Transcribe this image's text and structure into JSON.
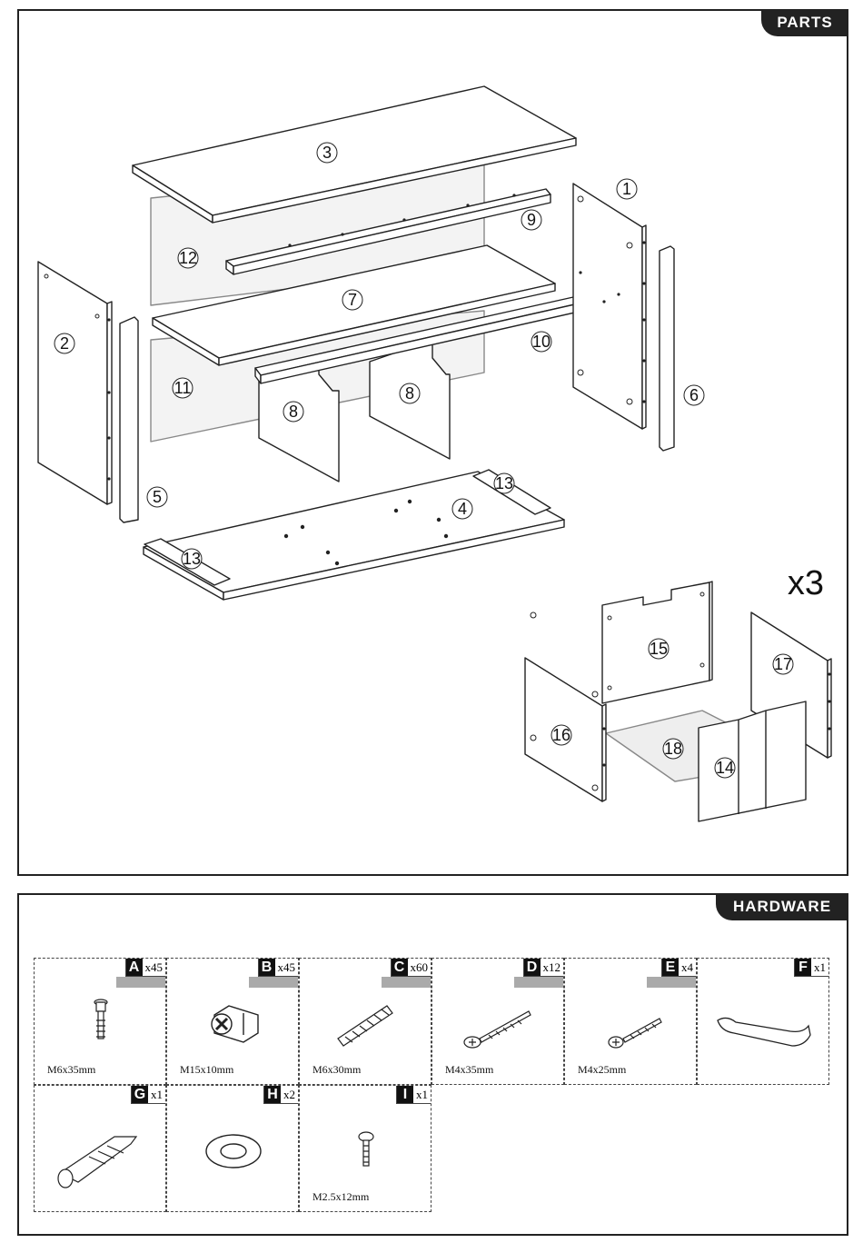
{
  "parts": {
    "tab_label": "PARTS",
    "numbers": [
      "1",
      "2",
      "3",
      "4",
      "5",
      "6",
      "7",
      "8",
      "8",
      "9",
      "10",
      "11",
      "12",
      "13",
      "13",
      "14",
      "15",
      "16",
      "17",
      "18"
    ],
    "multiplier": "x3"
  },
  "hardware": {
    "tab_label": "HARDWARE",
    "items": [
      {
        "letter": "A",
        "qty": "x45",
        "size": "M6x35mm",
        "icon": "cam-bolt-icon"
      },
      {
        "letter": "B",
        "qty": "x45",
        "size": "M15x10mm",
        "icon": "cam-lock-icon"
      },
      {
        "letter": "C",
        "qty": "x60",
        "size": "M6x30mm",
        "icon": "wood-dowel-icon"
      },
      {
        "letter": "D",
        "qty": "x12",
        "size": "M4x35mm",
        "icon": "long-screw-icon"
      },
      {
        "letter": "E",
        "qty": "x4",
        "size": "M4x25mm",
        "icon": "screw-icon"
      },
      {
        "letter": "F",
        "qty": "x1",
        "size": "",
        "icon": "wrench-icon"
      },
      {
        "letter": "G",
        "qty": "x1",
        "size": "",
        "icon": "wall-anchor-icon"
      },
      {
        "letter": "H",
        "qty": "x2",
        "size": "",
        "icon": "washer-icon"
      },
      {
        "letter": "I",
        "qty": "x1",
        "size": "M2.5x12mm",
        "icon": "small-screw-icon"
      }
    ]
  }
}
